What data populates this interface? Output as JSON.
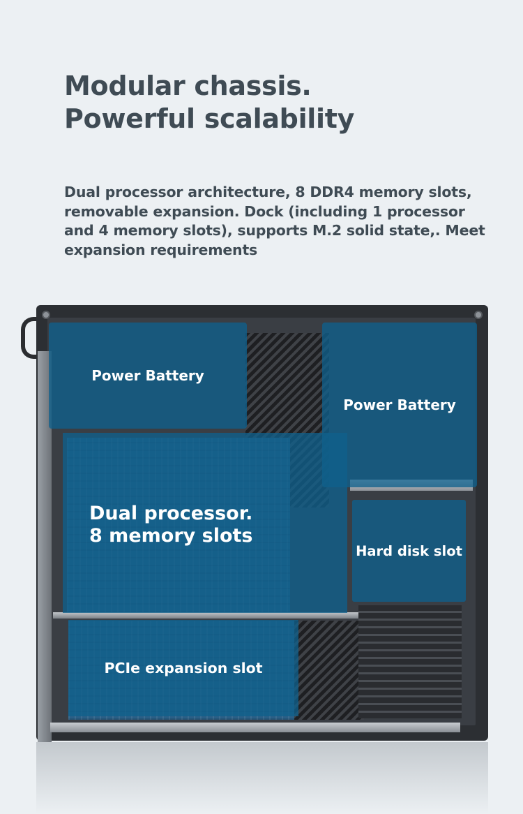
{
  "headline": {
    "line1": "Modular chassis.",
    "line2": "Powerful scalability"
  },
  "description": "Dual processor architecture, 8 DDR4 memory slots, removable expansion. Dock (including 1 processor and 4 memory slots), supports M.2 solid state,. Meet expansion requirements",
  "labels": {
    "power_battery_left": "Power Battery",
    "power_battery_right": "Power Battery",
    "processor_line1": "Dual processor.",
    "processor_line2": "8 memory slots",
    "hard_disk": "Hard disk slot",
    "pcie": "PCIe expansion slot"
  },
  "colors": {
    "background": "#ecf0f3",
    "text": "#3f4b54",
    "overlay": "#10608c"
  }
}
